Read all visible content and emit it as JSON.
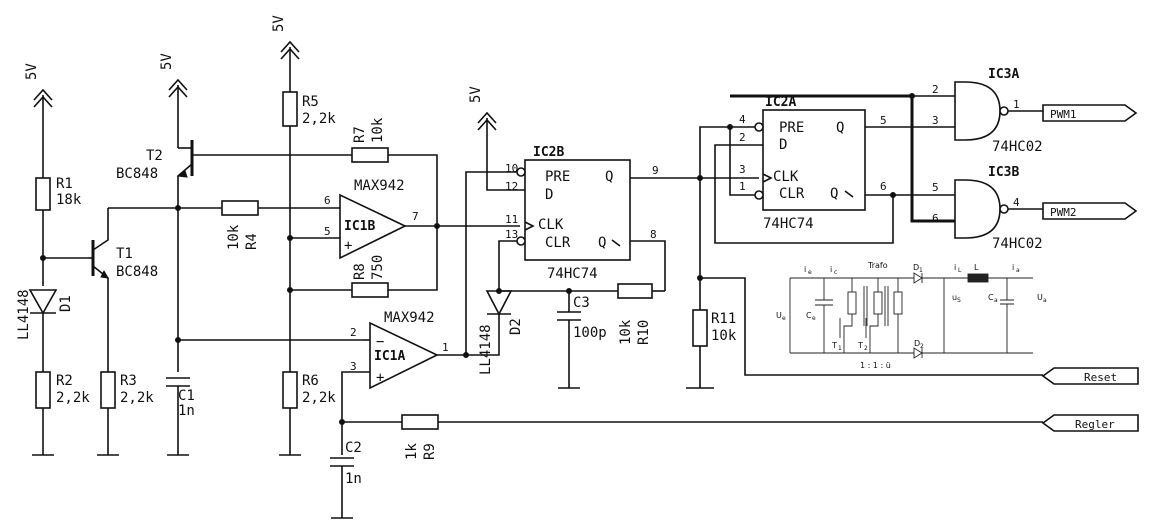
{
  "supply": {
    "label": "5V"
  },
  "components": {
    "R1": {
      "ref": "R1",
      "value": "18k"
    },
    "R2": {
      "ref": "R2",
      "value": "2,2k"
    },
    "R3": {
      "ref": "R3",
      "value": "2,2k"
    },
    "R4": {
      "ref": "R4",
      "value": "10k"
    },
    "R5": {
      "ref": "R5",
      "value": "2,2k"
    },
    "R6": {
      "ref": "R6",
      "value": "2,2k"
    },
    "R7": {
      "ref": "R7",
      "value": "10k"
    },
    "R8": {
      "ref": "R8",
      "value": "750"
    },
    "R9": {
      "ref": "R9",
      "value": "1k"
    },
    "R10": {
      "ref": "R10",
      "value": "10k"
    },
    "R11": {
      "ref": "R11",
      "value": "10k"
    },
    "C1": {
      "ref": "C1",
      "value": "1n"
    },
    "C2": {
      "ref": "C2",
      "value": "1n"
    },
    "C3": {
      "ref": "C3",
      "value": "100p"
    },
    "D1": {
      "ref": "D1",
      "type": "LL4148"
    },
    "D2": {
      "ref": "D2",
      "type": "LL4148"
    },
    "T1": {
      "ref": "T1",
      "type": "BC848"
    },
    "T2": {
      "ref": "T2",
      "type": "BC848"
    },
    "IC1A": {
      "ref": "IC1A",
      "type": "MAX942"
    },
    "IC1B": {
      "ref": "IC1B",
      "type": "MAX942"
    },
    "IC2A": {
      "ref": "IC2A",
      "type": "74HC74"
    },
    "IC2B": {
      "ref": "IC2B",
      "type": "74HC74"
    },
    "IC3A": {
      "ref": "IC3A",
      "type": "74HC02"
    },
    "IC3B": {
      "ref": "IC3B",
      "type": "74HC02"
    }
  },
  "opamp_signs": {
    "minus": "−",
    "plus": "+"
  },
  "pins": {
    "ic1b_in_plus": "6",
    "ic1b_in_minus": "5",
    "ic1b_out": "7",
    "ic1a_in_minus": "2",
    "ic1a_in_plus": "3",
    "ic1a_out": "1",
    "ic2b_pre": "10",
    "ic2b_d": "12",
    "ic2b_clk": "11",
    "ic2b_clr": "13",
    "ic2b_q": "9",
    "ic2b_qn": "8",
    "ic2a_pre": "4",
    "ic2a_d": "2",
    "ic2a_clk": "3",
    "ic2a_clr": "1",
    "ic2a_q": "5",
    "ic2a_qn": "6",
    "ic3a_in1": "2",
    "ic3a_in2": "3",
    "ic3a_out": "1",
    "ic3b_in1": "5",
    "ic3b_in2": "6",
    "ic3b_out": "4"
  },
  "ff_labels": {
    "pre": "PRE",
    "d": "D",
    "clk": "CLK",
    "clr": "CLR",
    "q": "Q",
    "qn": "Q"
  },
  "ports": {
    "pwm1": "PWM1",
    "pwm2": "PWM2",
    "reset": "Reset",
    "regler": "Regler"
  },
  "inset": {
    "trafo": "Trafo",
    "ratio": "1 : 1 : ü",
    "ie": "i",
    "ie_sub": "e",
    "ic": "i",
    "ic_sub": "c",
    "il": "i",
    "il_sub": "L",
    "ia": "i",
    "ia_sub": "a",
    "ue": "U",
    "ue_sub": "e",
    "ce": "C",
    "ce_sub": "e",
    "us": "u",
    "us_sub": "S",
    "ca": "C",
    "ca_sub": "a",
    "ua": "U",
    "ua_sub": "a",
    "t1": "T",
    "t1_sub": "1",
    "t2": "T",
    "t2_sub": "2",
    "d1": "D",
    "d1_sub": "1",
    "d2": "D",
    "d2_sub": "2",
    "l": "L"
  }
}
